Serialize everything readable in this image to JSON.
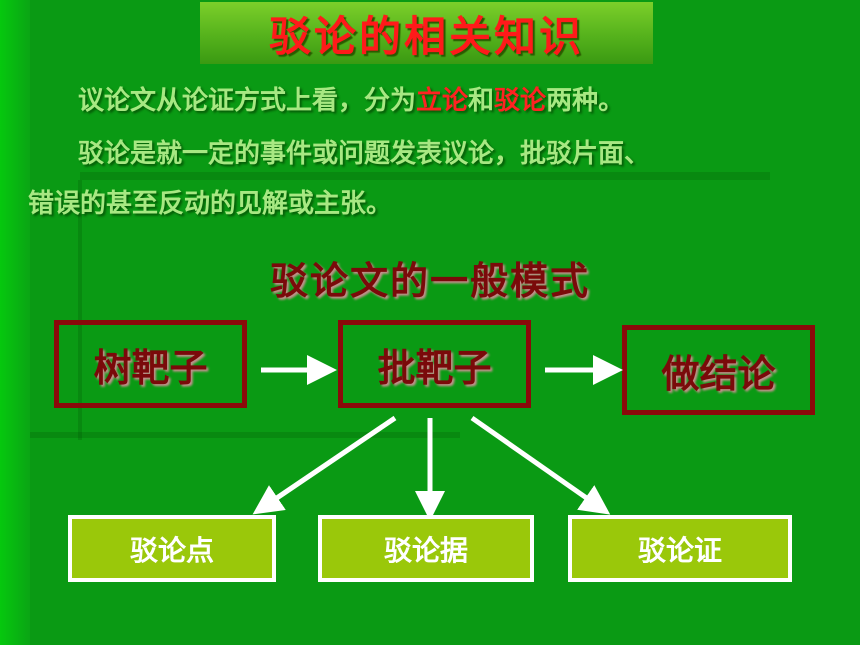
{
  "title": "驳论的相关知识",
  "paragraph1": {
    "before": "议论文从论证方式上看，分为",
    "term1": "立论",
    "middle": "和",
    "term2": "驳论",
    "after": "两种。"
  },
  "paragraph2_line1": "驳论是就一定的事件或问题发表议论，批驳片面、",
  "paragraph2_line2": "错误的甚至反动的见解或主张。",
  "subtitle": "驳论文的一般模式",
  "steps": [
    "树靶子",
    "批靶子",
    "做结论"
  ],
  "methods": [
    "驳论点",
    "驳论据",
    "驳论证"
  ],
  "colors": {
    "background": "#0a9a14",
    "title_text": "#ff1a1a",
    "box_border": "#8a0a0a",
    "method_box": "#9ac80a",
    "body_text": "#a7e882"
  }
}
